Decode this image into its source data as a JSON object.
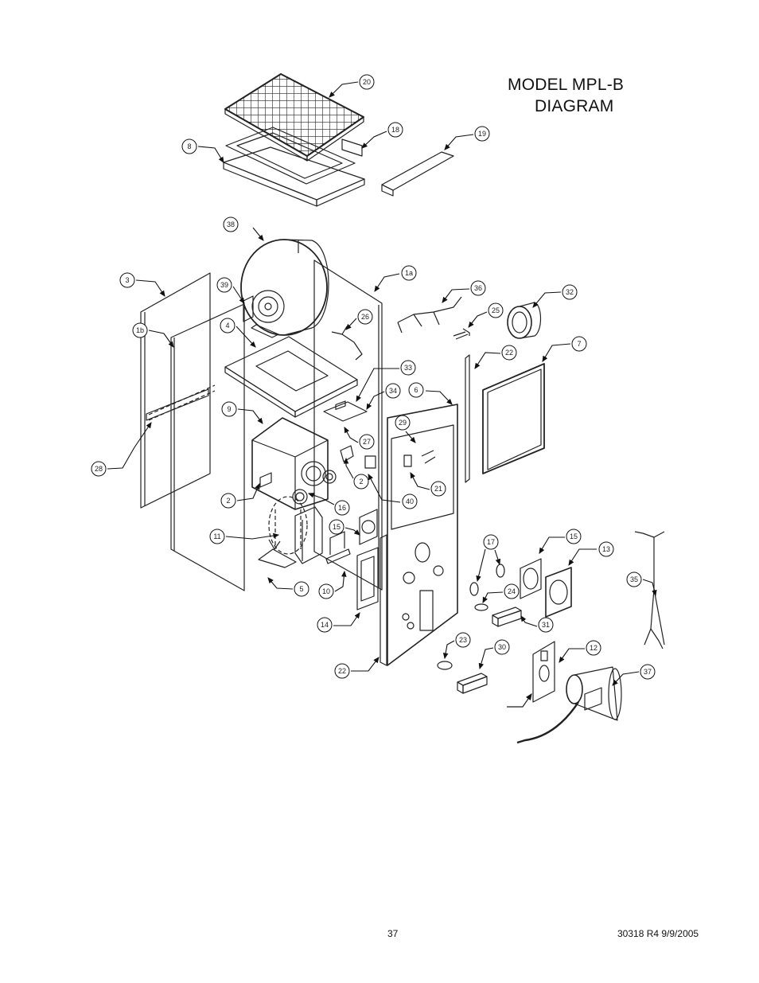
{
  "title": {
    "line1": "MODEL MPL-B",
    "line2": "DIAGRAM"
  },
  "footer": {
    "page_number": "37",
    "document_ref": "30318 R4 9/9/2005"
  },
  "callouts": [
    {
      "id": "c20",
      "label": "20"
    },
    {
      "id": "c18",
      "label": "18"
    },
    {
      "id": "c19",
      "label": "19"
    },
    {
      "id": "c8",
      "label": "8"
    },
    {
      "id": "c38",
      "label": "38"
    },
    {
      "id": "c3",
      "label": "3"
    },
    {
      "id": "c39",
      "label": "39"
    },
    {
      "id": "c1a",
      "label": "1a"
    },
    {
      "id": "c36",
      "label": "36"
    },
    {
      "id": "c32",
      "label": "32"
    },
    {
      "id": "c1b",
      "label": "1b"
    },
    {
      "id": "c4",
      "label": "4"
    },
    {
      "id": "c26",
      "label": "26"
    },
    {
      "id": "c25",
      "label": "25"
    },
    {
      "id": "c22a",
      "label": "22"
    },
    {
      "id": "c7",
      "label": "7"
    },
    {
      "id": "c33",
      "label": "33"
    },
    {
      "id": "c34",
      "label": "34"
    },
    {
      "id": "c6",
      "label": "6"
    },
    {
      "id": "c9",
      "label": "9"
    },
    {
      "id": "c29",
      "label": "29"
    },
    {
      "id": "c27",
      "label": "27"
    },
    {
      "id": "c28",
      "label": "28"
    },
    {
      "id": "c2a",
      "label": "2"
    },
    {
      "id": "c21",
      "label": "21"
    },
    {
      "id": "c2b",
      "label": "2"
    },
    {
      "id": "c40",
      "label": "40"
    },
    {
      "id": "c16",
      "label": "16"
    },
    {
      "id": "c15a",
      "label": "15"
    },
    {
      "id": "c11",
      "label": "11"
    },
    {
      "id": "c17",
      "label": "17"
    },
    {
      "id": "c15b",
      "label": "15"
    },
    {
      "id": "c13",
      "label": "13"
    },
    {
      "id": "c5",
      "label": "5"
    },
    {
      "id": "c10",
      "label": "10"
    },
    {
      "id": "c24",
      "label": "24"
    },
    {
      "id": "c35",
      "label": "35"
    },
    {
      "id": "c14",
      "label": "14"
    },
    {
      "id": "c31",
      "label": "31"
    },
    {
      "id": "c23",
      "label": "23"
    },
    {
      "id": "c30",
      "label": "30"
    },
    {
      "id": "c12",
      "label": "12"
    },
    {
      "id": "c22b",
      "label": "22"
    },
    {
      "id": "c37",
      "label": "37"
    }
  ]
}
